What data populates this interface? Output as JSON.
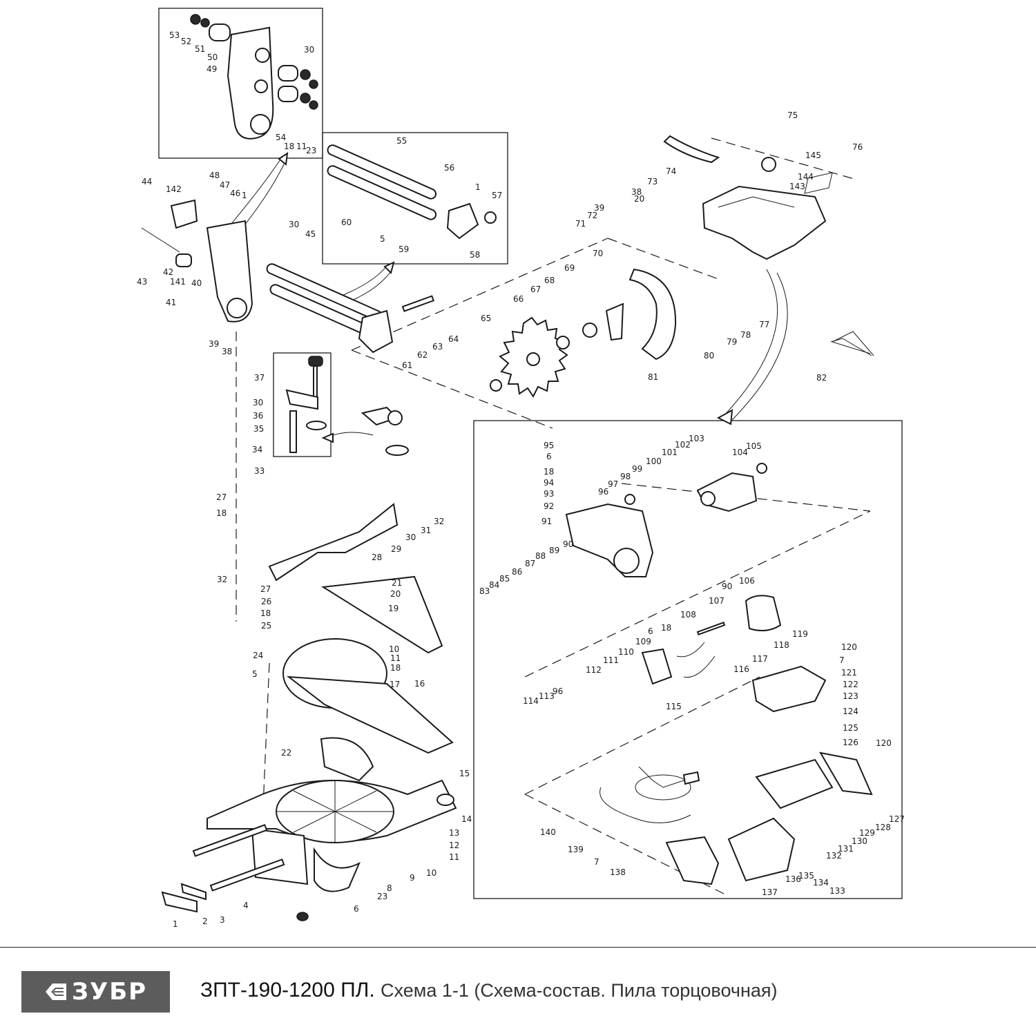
{
  "brand": {
    "name": "ЗУБР",
    "icon": "brand-arrow-icon"
  },
  "title": {
    "model": "ЗПТ-190-1200 ПЛ.",
    "subtitle": "Схема 1-1 (Схема-состав. Пила торцовочная)"
  },
  "callouts": [
    "1",
    "2",
    "3",
    "4",
    "5",
    "6",
    "7",
    "8",
    "9",
    "10",
    "11",
    "12",
    "13",
    "14",
    "15",
    "16",
    "17",
    "18",
    "19",
    "20",
    "21",
    "22",
    "23",
    "24",
    "25",
    "26",
    "27",
    "28",
    "29",
    "30",
    "31",
    "32",
    "33",
    "34",
    "35",
    "36",
    "37",
    "38",
    "39",
    "40",
    "41",
    "42",
    "43",
    "44",
    "45",
    "46",
    "47",
    "48",
    "49",
    "50",
    "51",
    "52",
    "53",
    "54",
    "55",
    "56",
    "57",
    "58",
    "59",
    "60",
    "61",
    "62",
    "63",
    "64",
    "65",
    "66",
    "67",
    "68",
    "69",
    "70",
    "71",
    "72",
    "73",
    "74",
    "75",
    "76",
    "77",
    "78",
    "79",
    "80",
    "81",
    "82",
    "83",
    "84",
    "85",
    "86",
    "87",
    "88",
    "89",
    "90",
    "91",
    "92",
    "93",
    "94",
    "95",
    "96",
    "97",
    "98",
    "99",
    "100",
    "101",
    "102",
    "103",
    "104",
    "105",
    "106",
    "107",
    "108",
    "109",
    "110",
    "111",
    "112",
    "113",
    "114",
    "115",
    "116",
    "117",
    "118",
    "119",
    "120",
    "121",
    "122",
    "123",
    "124",
    "125",
    "126",
    "127",
    "128",
    "129",
    "130",
    "131",
    "132",
    "133",
    "134",
    "135",
    "136",
    "137",
    "138",
    "139",
    "140",
    "141",
    "142",
    "143",
    "144",
    "145"
  ]
}
